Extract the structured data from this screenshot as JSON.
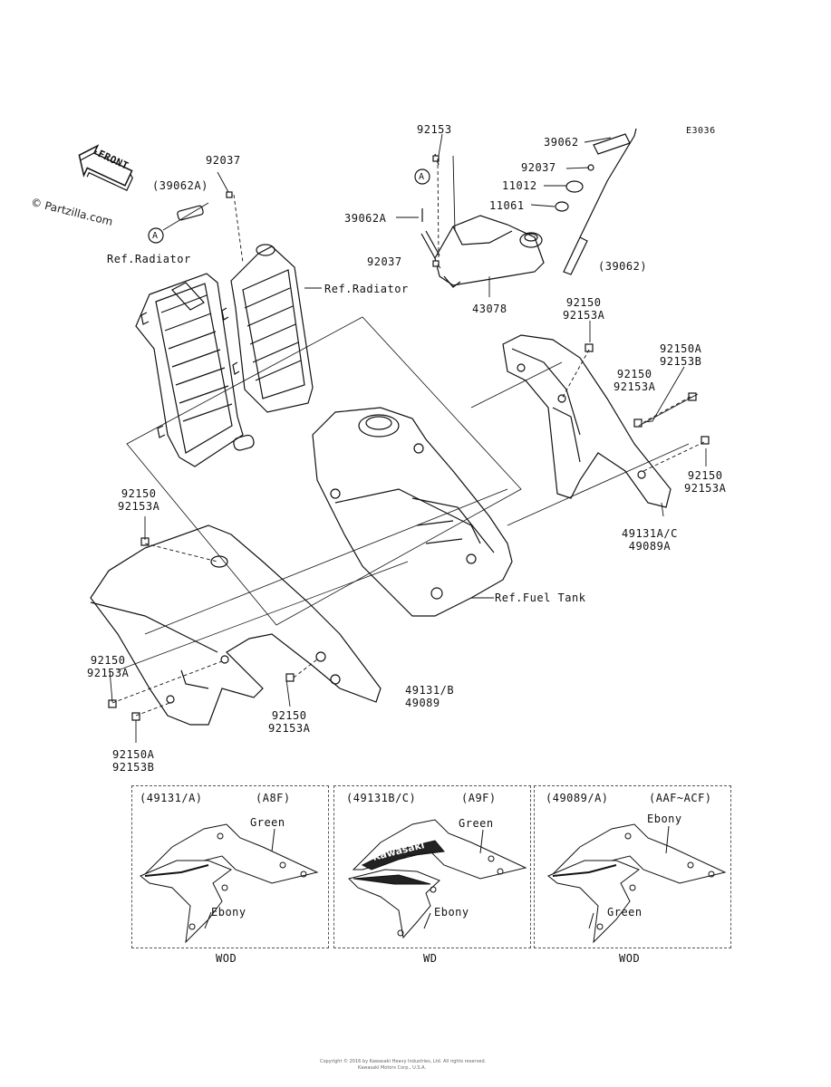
{
  "diagram_code": "E3036",
  "watermark": "© Partzilla.com",
  "front_arrow": "FRONT",
  "ref_radiator": "Ref.Radiator",
  "ref_fuel_tank": "Ref.Fuel Tank",
  "circle_marker": "A",
  "parts": {
    "p92153_top": "92153",
    "p39062_top": "39062",
    "p92037_cap": "92037",
    "p11012": "11012",
    "p11061": "11061",
    "p39062A": "39062A",
    "p92037_mid": "92037",
    "p39062_paren": "(39062)",
    "p43078": "43078",
    "p92037_left": "92037",
    "p39062A_paren": "(39062A)",
    "grp_92150_92153A_top": [
      "92150",
      "92153A"
    ],
    "grp_92150A_92153B_right": [
      "92150A",
      "92153B"
    ],
    "grp_92150_92153A_right": [
      "92150",
      "92153A"
    ],
    "grp_92150_92153A_far": [
      "92150",
      "92153A"
    ],
    "grp_49131AC_49089A": [
      "49131A/C",
      "49089A"
    ],
    "grp_92150_92153A_leftupper": [
      "92150",
      "92153A"
    ],
    "grp_92150_92153A_leftlower": [
      "92150",
      "92153A"
    ],
    "grp_92150_92153A_center": [
      "92150",
      "92153A"
    ],
    "grp_92150A_92153B_bottom": [
      "92150A",
      "92153B"
    ],
    "grp_49131B_49089": [
      "49131/B",
      "49089"
    ]
  },
  "variants": [
    {
      "code": "(49131/A)",
      "model": "(A8F)",
      "upper_color": "Green",
      "lower_color": "Ebony",
      "footer": "WOD"
    },
    {
      "code": "(49131B/C)",
      "model": "(A9F)",
      "upper_color": "Green",
      "lower_color": "Ebony",
      "footer": "WD"
    },
    {
      "code": "(49089/A)",
      "model": "(AAF~ACF)",
      "upper_color": "Ebony",
      "lower_color": "Green",
      "footer": "WOD"
    }
  ],
  "footer_text": [
    "Copyright © 2016 by Kawasaki Heavy Industries, Ltd. All rights reserved.",
    "Kawasaki Motors Corp., U.S.A."
  ]
}
